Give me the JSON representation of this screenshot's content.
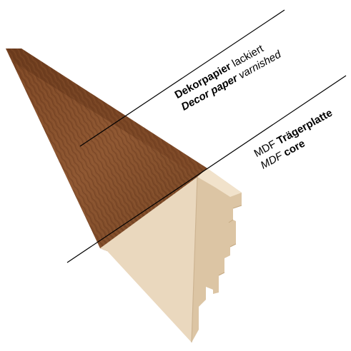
{
  "labels": {
    "decor": {
      "line1_bold": "Dekorpapier",
      "line1_rest": "lackiert",
      "line2_bold": "Decor paper",
      "line2_rest": "varnished"
    },
    "core": {
      "line1_prefix": "MDF",
      "line1_bold": "Trägerplatte",
      "line2_prefix": "MDF",
      "line2_bold": "core"
    }
  },
  "colors": {
    "wood_dark": "#6b3d1e",
    "wood_mid": "#8a5530",
    "wood_light": "#9c6337",
    "mdf_front": "#e9d7bd",
    "mdf_side": "#d6bfa0",
    "mdf_edge": "#c8ad89",
    "line": "#000000"
  }
}
